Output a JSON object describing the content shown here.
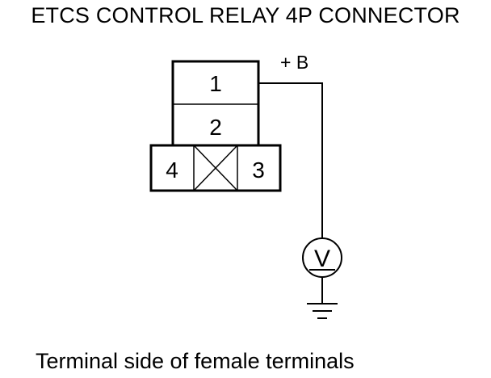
{
  "title": "ETCS CONTROL RELAY 4P CONNECTOR",
  "footer": "Terminal side of female terminals",
  "connector": {
    "terminals": [
      {
        "id": "terminal-1",
        "label": "1"
      },
      {
        "id": "terminal-2",
        "label": "2"
      },
      {
        "id": "terminal-4",
        "label": "4"
      },
      {
        "id": "terminal-3",
        "label": "3"
      }
    ]
  },
  "wire": {
    "supply_label": "+ B"
  },
  "meter": {
    "symbol": "V",
    "icon": "voltmeter-icon"
  },
  "ground": {
    "icon": "ground-icon"
  }
}
